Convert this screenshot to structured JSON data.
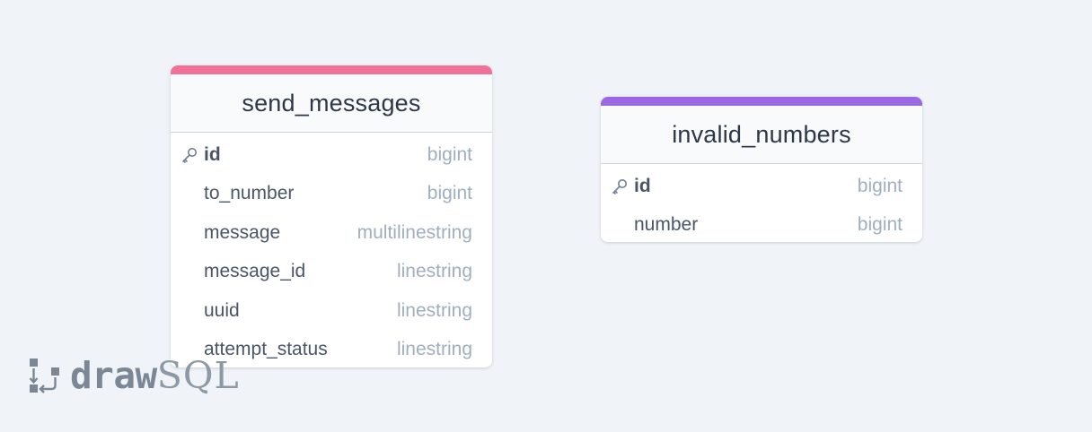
{
  "colors": {
    "background": "#f0f4f8",
    "send_messages_accent": "#f27198",
    "invalid_numbers_accent": "#9b67e2",
    "pk_text": "#4a5568",
    "column_text": "#4a5568",
    "type_text": "#a0aec0"
  },
  "tables": [
    {
      "name": "send_messages",
      "columns": [
        {
          "name": "id",
          "type": "bigint",
          "primary_key": true
        },
        {
          "name": "to_number",
          "type": "bigint"
        },
        {
          "name": "message",
          "type": "multilinestring"
        },
        {
          "name": "message_id",
          "type": "linestring"
        },
        {
          "name": "uuid",
          "type": "linestring"
        },
        {
          "name": "attempt_status",
          "type": "linestring"
        }
      ]
    },
    {
      "name": "invalid_numbers",
      "columns": [
        {
          "name": "id",
          "type": "bigint",
          "primary_key": true
        },
        {
          "name": "number",
          "type": "bigint"
        }
      ]
    }
  ],
  "logo": {
    "part1": "draw",
    "part2": "SQL"
  }
}
